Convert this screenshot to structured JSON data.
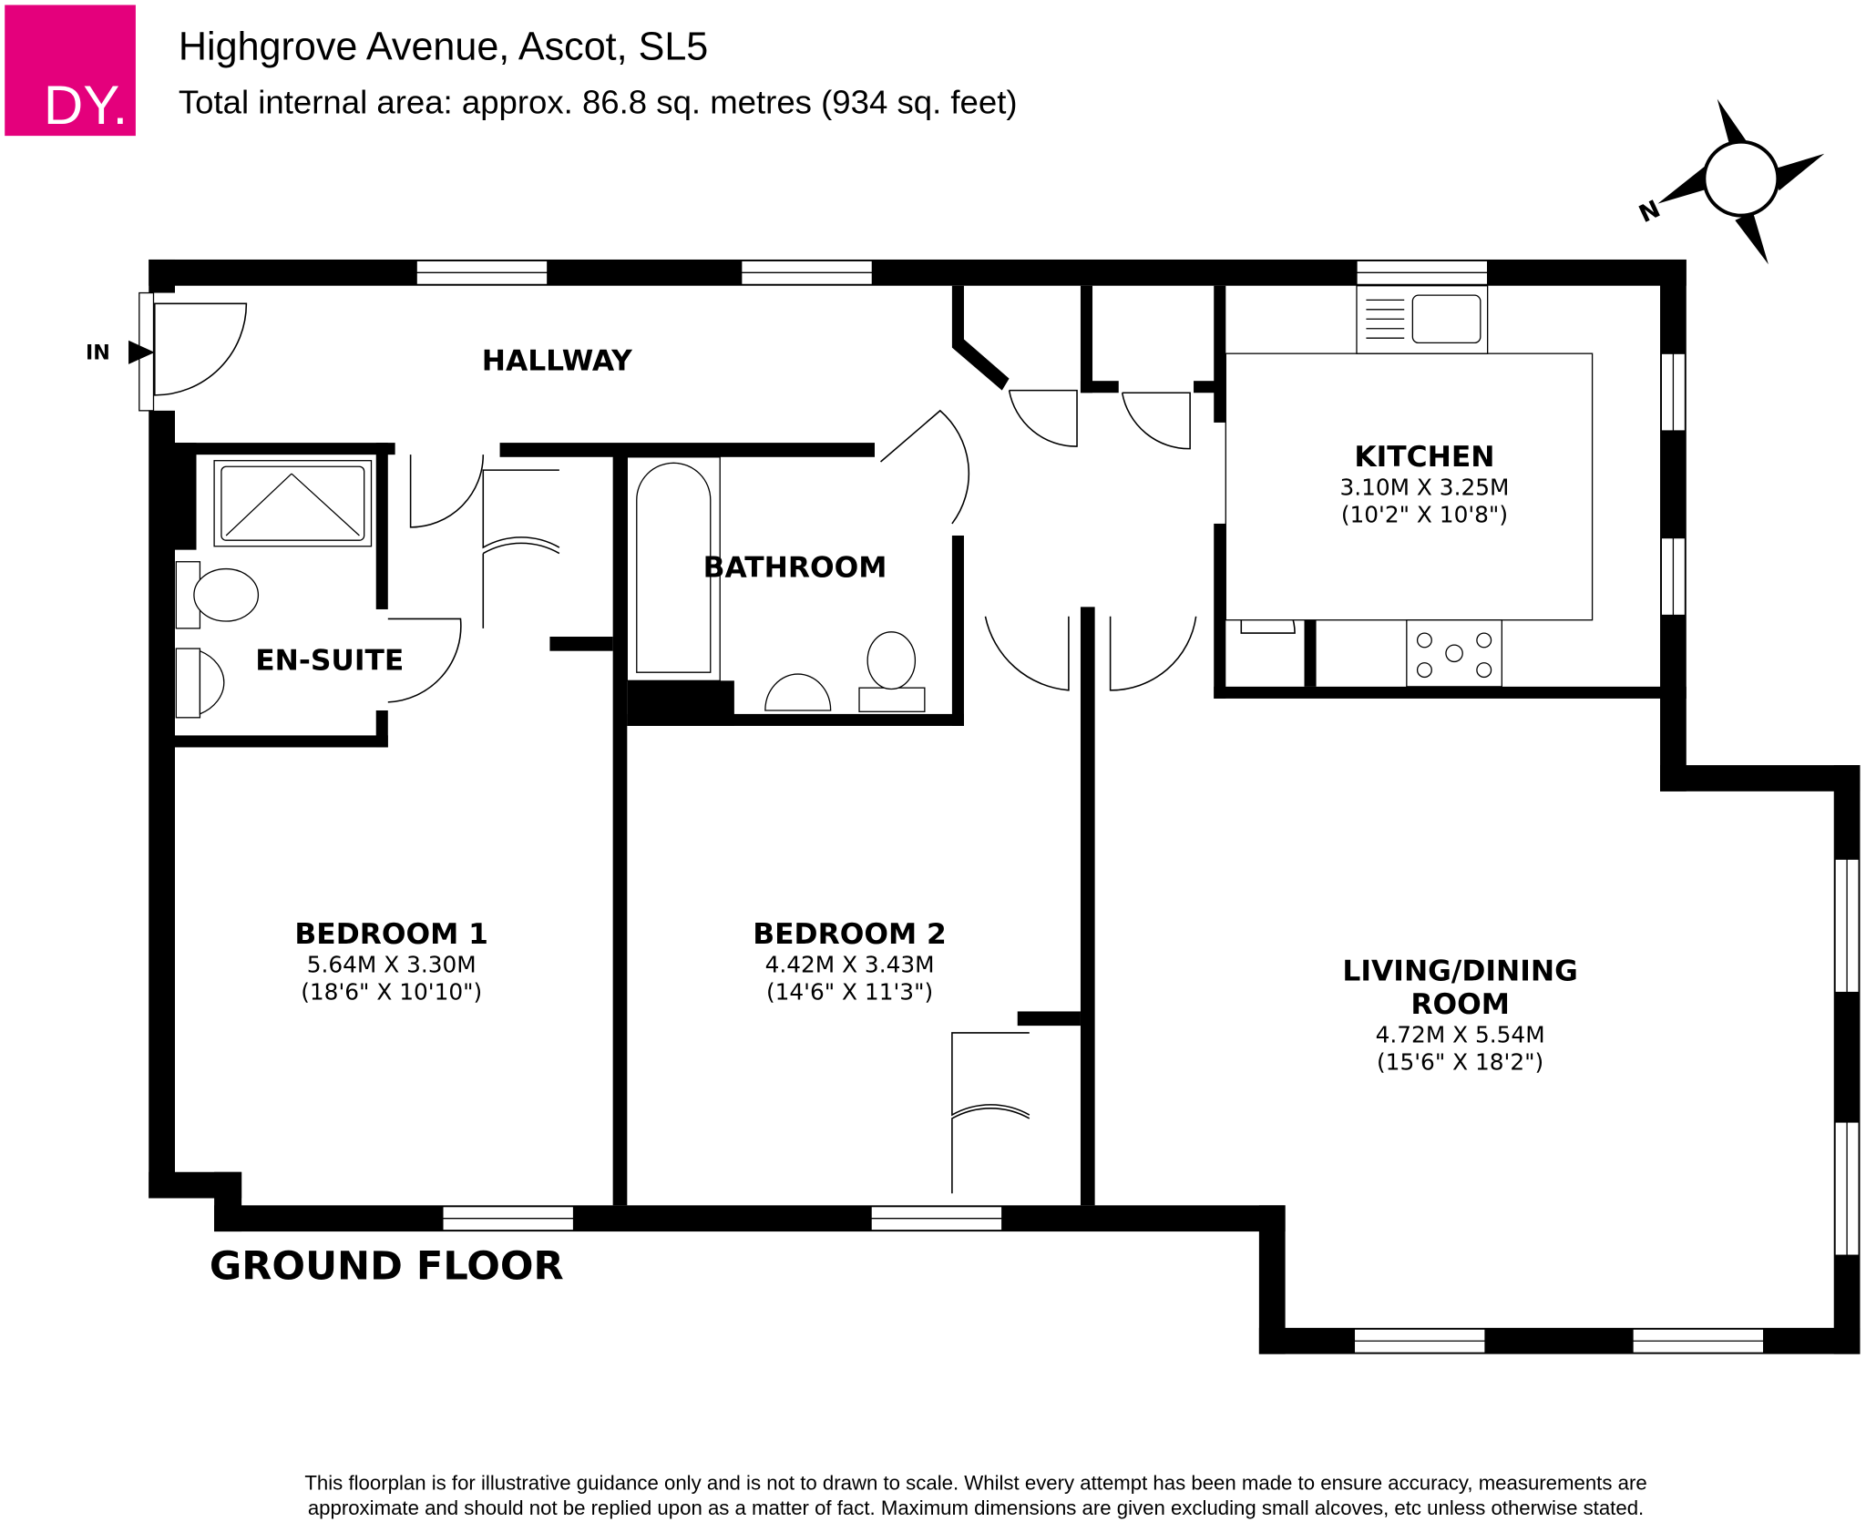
{
  "header": {
    "logo_text": "DY.",
    "title": "Highgrove Avenue, Ascot, SL5",
    "subtitle": "Total internal area: approx. 86.8 sq. metres (934 sq. feet)"
  },
  "colors": {
    "brand": "#E4007C",
    "wall": "#000000"
  },
  "compass": {
    "label": "N",
    "icon": "compass-rose-icon"
  },
  "entrance_label": "IN",
  "rooms": {
    "hallway": {
      "name": "HALLWAY"
    },
    "kitchen": {
      "name": "KITCHEN",
      "metric": "3.10M X 3.25M",
      "imperial": "(10'2\" X 10'8\")"
    },
    "bathroom": {
      "name": "BATHROOM"
    },
    "ensuite": {
      "name": "EN-SUITE"
    },
    "bedroom1": {
      "name": "BEDROOM 1",
      "metric": "5.64M X 3.30M",
      "imperial": "(18'6\" X 10'10\")"
    },
    "bedroom2": {
      "name": "BEDROOM 2",
      "metric": "4.42M X 3.43M",
      "imperial": "(14'6\" X 11'3\")"
    },
    "living": {
      "name_line1": "LIVING/DINING",
      "name_line2": "ROOM",
      "metric": "4.72M X 5.54M",
      "imperial": "(15'6\" X 18'2\")"
    }
  },
  "floor_label": "GROUND FLOOR",
  "disclaimer": {
    "line1": "This floorplan is for illustrative guidance only and is not to drawn to scale. Whilst every attempt has been made to ensure accuracy, measurements are",
    "line2": "approximate and should not be replied upon as a matter of fact. Maximum dimensions are given excluding small alcoves, etc unless otherwise stated."
  }
}
